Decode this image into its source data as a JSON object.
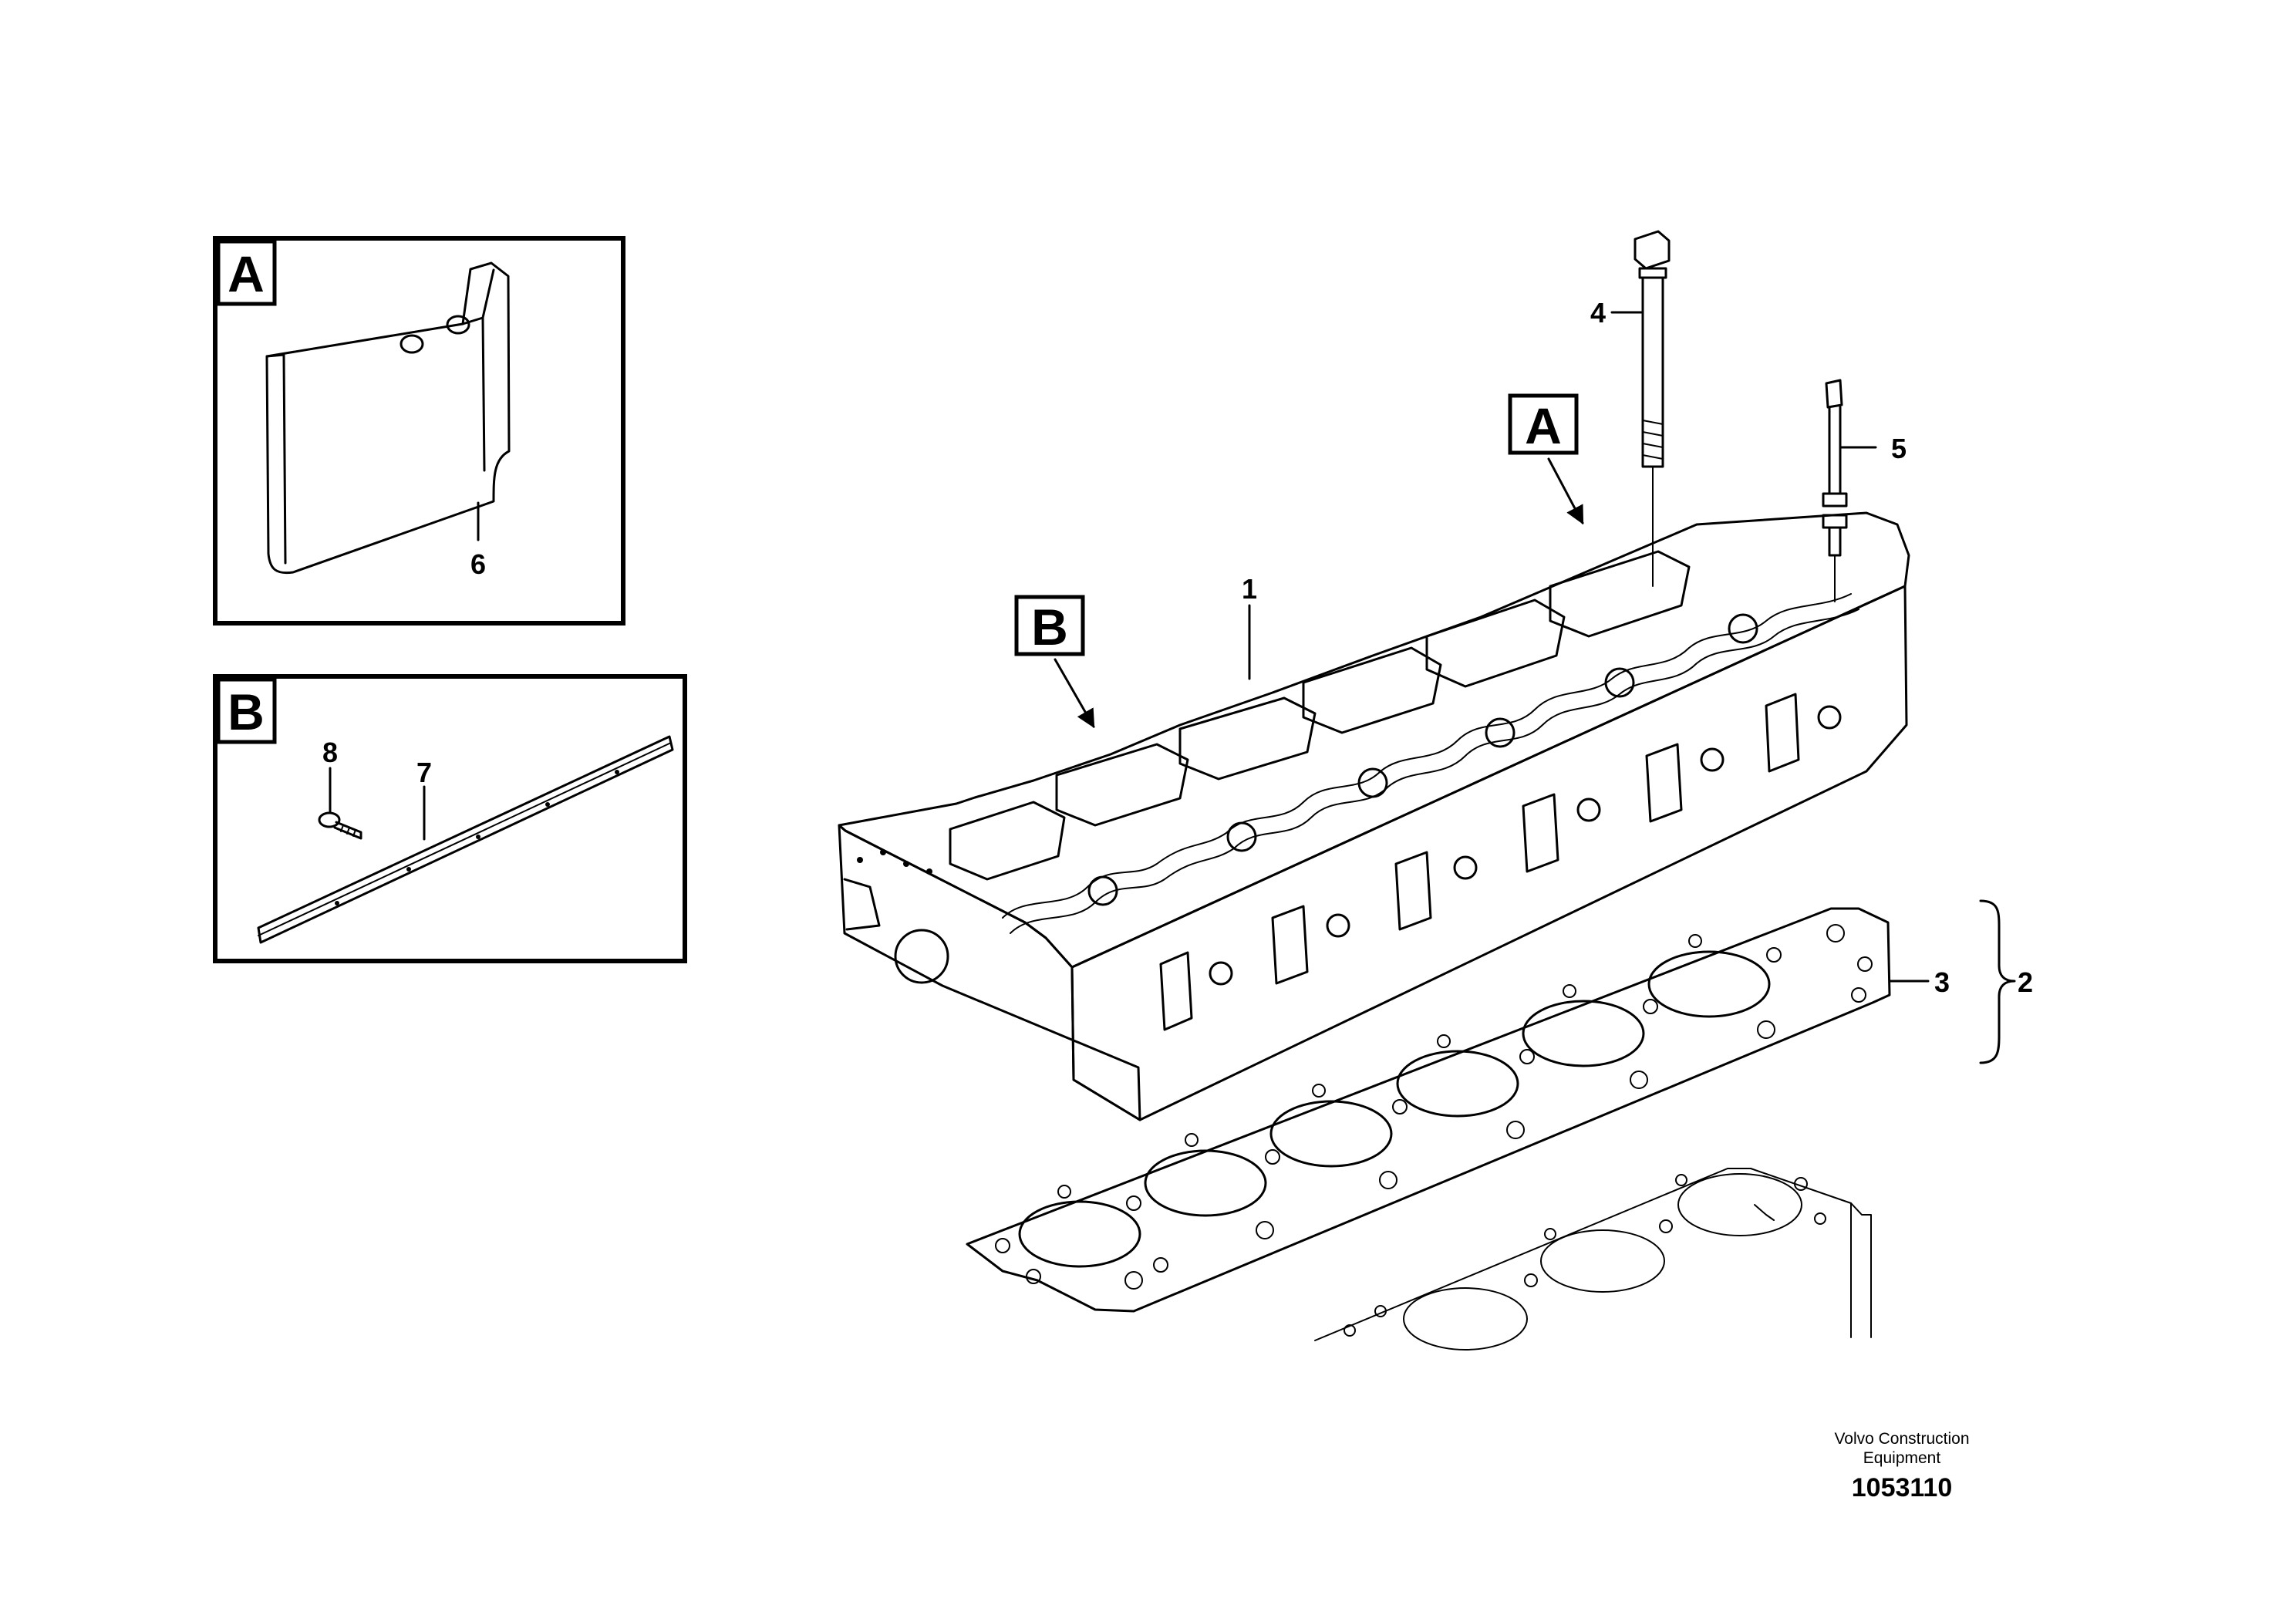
{
  "detail_a": {
    "letter": "A",
    "part": "6"
  },
  "detail_b": {
    "letter": "B",
    "parts": [
      "8",
      "7"
    ]
  },
  "callouts": {
    "view_a": "A",
    "view_b": "B",
    "cylinder_head": "1",
    "gasket_set": "2",
    "gasket": "3",
    "bolt": "4",
    "stud": "5"
  },
  "footer": {
    "line1": "Volvo Construction",
    "line2": "Equipment",
    "code": "1053110"
  }
}
